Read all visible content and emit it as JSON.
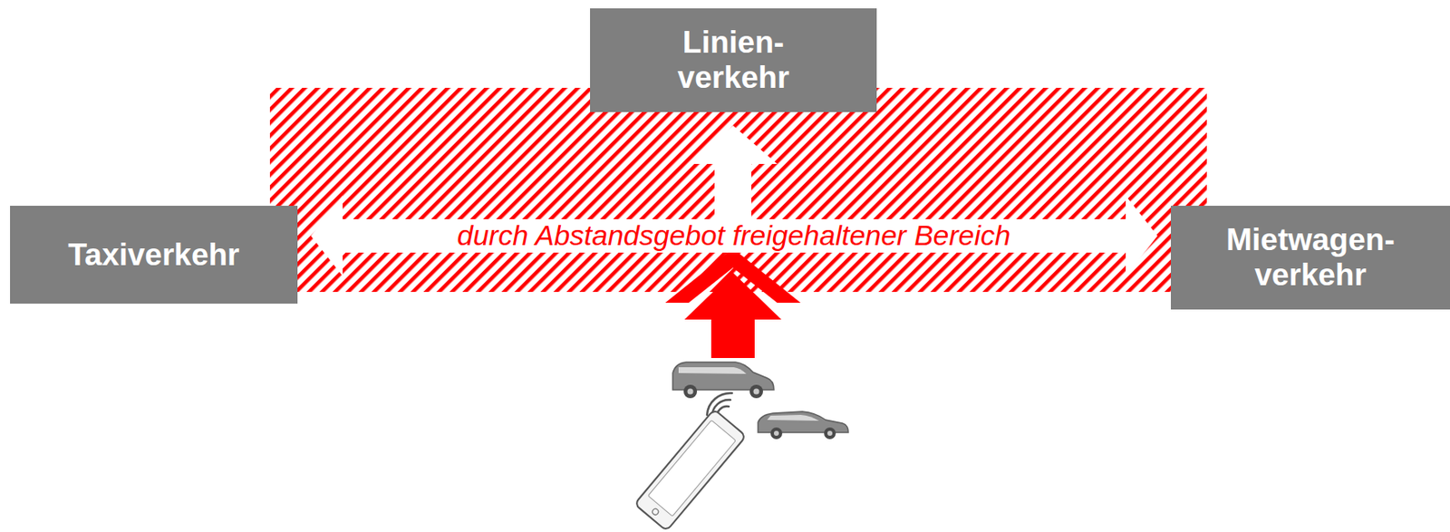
{
  "diagram": {
    "nodes": [
      {
        "text": [
          "Linien- verkehr"
        ]
      },
      {
        "text": [
          "Taxiverkehr"
        ]
      },
      {
        "text": [
          "Mietwagen- verkehr"
        ]
      }
    ],
    "edges": [
      {
        "from": 1,
        "to": 2,
        "arrow": "both",
        "label": "durch Abstandsgebot freigehaltener Bereich"
      }
    ]
  }
}
